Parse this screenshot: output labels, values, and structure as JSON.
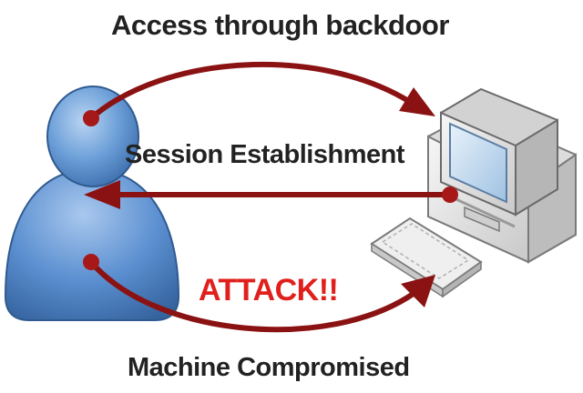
{
  "labels": {
    "access": "Access through backdoor",
    "session": "Session Establishment",
    "attack": "ATTACK!!",
    "compromised": "Machine Compromised"
  },
  "colors": {
    "arrow": "#8b1212",
    "attack_text": "#e0201c",
    "user_body": "#5b8fd0",
    "computer_body": "#e9e9e9"
  },
  "icons": {
    "user": "user-icon",
    "computer": "computer-icon",
    "keyboard": "keyboard-icon"
  }
}
